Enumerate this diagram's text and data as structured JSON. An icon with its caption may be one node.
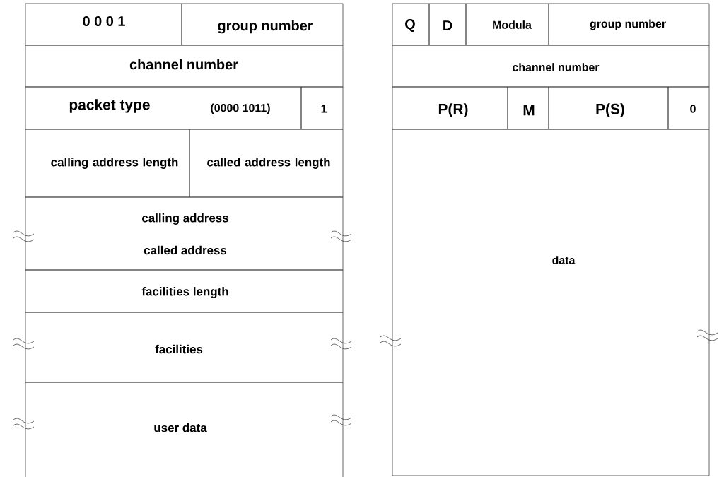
{
  "diagram": {
    "nodes": [
      {
        "text": [
          "0 0 0 1"
        ]
      },
      {
        "text": [
          "group number"
        ]
      },
      {
        "text": [
          "channel number"
        ]
      },
      {
        "text": [
          "packet type",
          "(0000 1011)"
        ]
      },
      {
        "text": [
          "1"
        ]
      },
      {
        "text": [
          "calling address length"
        ]
      },
      {
        "text": [
          "called address length"
        ]
      },
      {
        "text": [
          "calling address",
          "called address"
        ]
      },
      {
        "text": [
          "facilities length"
        ]
      },
      {
        "text": [
          "facilities"
        ]
      },
      {
        "text": [
          "user data"
        ]
      },
      {
        "text": [
          "Q"
        ]
      },
      {
        "text": [
          "D"
        ]
      },
      {
        "text": [
          "Modula"
        ]
      },
      {
        "text": [
          "group number"
        ]
      },
      {
        "text": [
          "channel number"
        ]
      },
      {
        "text": [
          "P(R)"
        ]
      },
      {
        "text": [
          "M"
        ]
      },
      {
        "text": [
          "P(S)"
        ]
      },
      {
        "text": [
          "0"
        ]
      },
      {
        "text": [
          "data"
        ]
      }
    ]
  }
}
